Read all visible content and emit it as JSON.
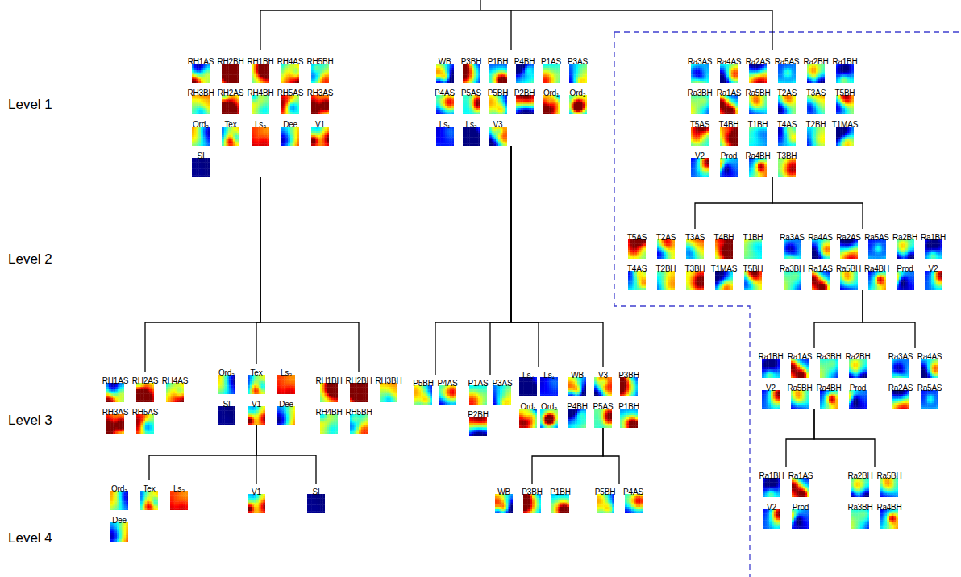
{
  "diagram": {
    "nodes": [
      {
        "text": []
      },
      {
        "text": [
          "RH1AS"
        ],
        "in": 0
      },
      {
        "text": [
          "RH2BH"
        ],
        "in": 0
      },
      {
        "text": [
          "RH1BH"
        ],
        "in": 0
      },
      {
        "text": [
          "RH4AS"
        ],
        "in": 0
      },
      {
        "text": [
          "RH5BH"
        ],
        "in": 0
      },
      {
        "text": [
          "RH3BH"
        ],
        "in": 0
      },
      {
        "text": [
          "RH2AS"
        ],
        "in": 0
      },
      {
        "text": [
          "RH4BH"
        ],
        "in": 0
      },
      {
        "text": [
          "RH5AS"
        ],
        "in": 0
      },
      {
        "text": [
          "RH3AS"
        ],
        "in": 0
      },
      {
        "text": [
          "Ord₃"
        ],
        "in": 0
      },
      {
        "text": [
          "Tex"
        ],
        "in": 0
      },
      {
        "text": [
          "Ls₃"
        ],
        "in": 0
      },
      {
        "text": [
          "Dee"
        ],
        "in": 0
      },
      {
        "text": [
          "V1"
        ],
        "in": 0
      },
      {
        "text": [
          "SI"
        ],
        "in": 0
      },
      {
        "text": []
      },
      {
        "text": [
          "WB"
        ],
        "in": 17
      },
      {
        "text": [
          "P3BH"
        ],
        "in": 17
      },
      {
        "text": [
          "P1BH"
        ],
        "in": 17
      },
      {
        "text": [
          "P4BH"
        ],
        "in": 17
      },
      {
        "text": [
          "P1AS"
        ],
        "in": 17
      },
      {
        "text": [
          "P3AS"
        ],
        "in": 17
      },
      {
        "text": [
          "P4AS"
        ],
        "in": 17
      },
      {
        "text": [
          "P5AS"
        ],
        "in": 17
      },
      {
        "text": [
          "P5BH"
        ],
        "in": 17
      },
      {
        "text": [
          "P2BH"
        ],
        "in": 17
      },
      {
        "text": [
          "Ord₁"
        ],
        "in": 17
      },
      {
        "text": [
          "Ord₂"
        ],
        "in": 17
      },
      {
        "text": [
          "Ls₁"
        ],
        "in": 17
      },
      {
        "text": [
          "Ls₂"
        ],
        "in": 17
      },
      {
        "text": [
          "V3"
        ],
        "in": 17
      },
      {
        "text": []
      },
      {
        "text": [
          "Ra3AS"
        ],
        "in": 33
      },
      {
        "text": [
          "Ra4AS"
        ],
        "in": 33
      },
      {
        "text": [
          "Ra2AS"
        ],
        "in": 33
      },
      {
        "text": [
          "Ra5AS"
        ],
        "in": 33
      },
      {
        "text": [
          "Ra2BH"
        ],
        "in": 33
      },
      {
        "text": [
          "Ra1BH"
        ],
        "in": 33
      },
      {
        "text": [
          "Ra3BH"
        ],
        "in": 33
      },
      {
        "text": [
          "Ra1AS"
        ],
        "in": 33
      },
      {
        "text": [
          "Ra5BH"
        ],
        "in": 33
      },
      {
        "text": [
          "T2AS"
        ],
        "in": 33
      },
      {
        "text": [
          "T3AS"
        ],
        "in": 33
      },
      {
        "text": [
          "T5BH"
        ],
        "in": 33
      },
      {
        "text": [
          "T5AS"
        ],
        "in": 33
      },
      {
        "text": [
          "T4BH"
        ],
        "in": 33
      },
      {
        "text": [
          "T1BH"
        ],
        "in": 33
      },
      {
        "text": [
          "T4AS"
        ],
        "in": 33
      },
      {
        "text": [
          "T2BH"
        ],
        "in": 33
      },
      {
        "text": [
          "T1MAS"
        ],
        "in": 33
      },
      {
        "text": [
          "V2"
        ],
        "in": 33
      },
      {
        "text": [
          "Prod"
        ],
        "in": 33
      },
      {
        "text": [
          "Ra4BH"
        ],
        "in": 33
      },
      {
        "text": [
          "T3BH"
        ],
        "in": 33
      },
      {
        "text": []
      },
      {
        "text": [
          "T5AS"
        ],
        "in": 56
      },
      {
        "text": [
          "T2AS"
        ],
        "in": 56
      },
      {
        "text": [
          "T3AS"
        ],
        "in": 56
      },
      {
        "text": [
          "T4BH"
        ],
        "in": 56
      },
      {
        "text": [
          "T1BH"
        ],
        "in": 56
      },
      {
        "text": [
          "T4AS"
        ],
        "in": 56
      },
      {
        "text": [
          "T2BH"
        ],
        "in": 56
      },
      {
        "text": [
          "T3BH"
        ],
        "in": 56
      },
      {
        "text": [
          "T1MAS"
        ],
        "in": 56
      },
      {
        "text": [
          "T5BH"
        ],
        "in": 56
      },
      {
        "text": []
      },
      {
        "text": [
          "Ra3AS"
        ],
        "in": 67
      },
      {
        "text": [
          "Ra4AS"
        ],
        "in": 67
      },
      {
        "text": [
          "Ra2AS"
        ],
        "in": 67
      },
      {
        "text": [
          "Ra5AS"
        ],
        "in": 67
      },
      {
        "text": [
          "Ra2BH"
        ],
        "in": 67
      },
      {
        "text": [
          "Ra1BH"
        ],
        "in": 67
      },
      {
        "text": [
          "Ra3BH"
        ],
        "in": 67
      },
      {
        "text": [
          "Ra1AS"
        ],
        "in": 67
      },
      {
        "text": [
          "Ra5BH"
        ],
        "in": 67
      },
      {
        "text": [
          "Ra4BH"
        ],
        "in": 67
      },
      {
        "text": [
          "Prod"
        ],
        "in": 67
      },
      {
        "text": [
          "V2"
        ],
        "in": 67
      },
      {
        "text": []
      },
      {
        "text": [
          "RH1AS"
        ],
        "in": 80
      },
      {
        "text": [
          "RH2AS"
        ],
        "in": 80
      },
      {
        "text": [
          "RH4AS"
        ],
        "in": 80
      },
      {
        "text": [
          "RH3AS"
        ],
        "in": 80
      },
      {
        "text": [
          "RH5AS"
        ],
        "in": 80
      },
      {
        "text": []
      },
      {
        "text": [
          "Ord₃"
        ],
        "in": 86
      },
      {
        "text": [
          "Tex"
        ],
        "in": 86
      },
      {
        "text": [
          "Ls₃"
        ],
        "in": 86
      },
      {
        "text": [
          "SI"
        ],
        "in": 86
      },
      {
        "text": [
          "V1"
        ],
        "in": 86
      },
      {
        "text": [
          "Dee"
        ],
        "in": 86
      },
      {
        "text": []
      },
      {
        "text": [
          "RH1BH"
        ],
        "in": 93
      },
      {
        "text": [
          "RH2BH"
        ],
        "in": 93
      },
      {
        "text": [
          "RH3BH"
        ],
        "in": 93
      },
      {
        "text": [
          "RH4BH"
        ],
        "in": 93
      },
      {
        "text": [
          "RH5BH"
        ],
        "in": 93
      },
      {
        "text": []
      },
      {
        "text": [
          "P5BH"
        ],
        "in": 99
      },
      {
        "text": [
          "P4AS"
        ],
        "in": 99
      },
      {
        "text": []
      },
      {
        "text": [
          "P1AS"
        ],
        "in": 102
      },
      {
        "text": [
          "P3AS"
        ],
        "in": 102
      },
      {
        "text": [
          "P2BH"
        ],
        "in": 102
      },
      {
        "text": []
      },
      {
        "text": [
          "Ls₂"
        ],
        "in": 106
      },
      {
        "text": [
          "Ls₁"
        ],
        "in": 106
      },
      {
        "text": [
          "Ord₁"
        ],
        "in": 106
      },
      {
        "text": [
          "Ord₂"
        ],
        "in": 106
      },
      {
        "text": []
      },
      {
        "text": [
          "WB"
        ],
        "in": 111
      },
      {
        "text": [
          "V3"
        ],
        "in": 111
      },
      {
        "text": [
          "P3BH"
        ],
        "in": 111
      },
      {
        "text": [
          "P4BH"
        ],
        "in": 111
      },
      {
        "text": [
          "P5AS"
        ],
        "in": 111
      },
      {
        "text": [
          "P1BH"
        ],
        "in": 111
      },
      {
        "text": []
      },
      {
        "text": [
          "Ra1BH"
        ],
        "in": 118
      },
      {
        "text": [
          "Ra1AS"
        ],
        "in": 118
      },
      {
        "text": [
          "Ra3BH"
        ],
        "in": 118
      },
      {
        "text": [
          "Ra2BH"
        ],
        "in": 118
      },
      {
        "text": [
          "V2"
        ],
        "in": 118
      },
      {
        "text": [
          "Ra5BH"
        ],
        "in": 118
      },
      {
        "text": [
          "Ra4BH"
        ],
        "in": 118
      },
      {
        "text": [
          "Prod"
        ],
        "in": 118
      },
      {
        "text": []
      },
      {
        "text": [
          "Ra3AS"
        ],
        "in": 127
      },
      {
        "text": [
          "Ra4AS"
        ],
        "in": 127
      },
      {
        "text": [
          "Ra2AS"
        ],
        "in": 127
      },
      {
        "text": [
          "Ra5AS"
        ],
        "in": 127
      },
      {
        "text": []
      },
      {
        "text": [
          "Ord₃"
        ],
        "in": 132
      },
      {
        "text": [
          "Tex"
        ],
        "in": 132
      },
      {
        "text": [
          "Ls₃"
        ],
        "in": 132
      },
      {
        "text": [
          "Dee"
        ],
        "in": 132
      },
      {
        "text": []
      },
      {
        "text": [
          "V1"
        ],
        "in": 137
      },
      {
        "text": []
      },
      {
        "text": [
          "SI"
        ],
        "in": 139
      },
      {
        "text": []
      },
      {
        "text": [
          "WB"
        ],
        "in": 141
      },
      {
        "text": [
          "P3BH"
        ],
        "in": 141
      },
      {
        "text": [
          "P1BH"
        ],
        "in": 141
      },
      {
        "text": []
      },
      {
        "text": [
          "P5BH"
        ],
        "in": 145
      },
      {
        "text": [
          "P4AS"
        ],
        "in": 145
      },
      {
        "text": []
      },
      {
        "text": [
          "Ra1BH"
        ],
        "in": 148
      },
      {
        "text": [
          "Ra1AS"
        ],
        "in": 148
      },
      {
        "text": [
          "V2"
        ],
        "in": 148
      },
      {
        "text": [
          "Prod"
        ],
        "in": 148
      },
      {
        "text": []
      },
      {
        "text": [
          "Ra2BH"
        ],
        "in": 153
      },
      {
        "text": [
          "Ra5BH"
        ],
        "in": 153
      },
      {
        "text": [
          "Ra3BH"
        ],
        "in": 153
      },
      {
        "text": [
          "Ra4BH"
        ],
        "in": 153
      }
    ],
    "edges": [
      {
        "from": 0,
        "to": 80,
        "arrow": "none"
      },
      {
        "from": 0,
        "to": 86,
        "arrow": "none"
      },
      {
        "from": 0,
        "to": 93,
        "arrow": "none"
      },
      {
        "from": 17,
        "to": 99,
        "arrow": "none"
      },
      {
        "from": 17,
        "to": 102,
        "arrow": "none"
      },
      {
        "from": 17,
        "to": 106,
        "arrow": "none"
      },
      {
        "from": 17,
        "to": 111,
        "arrow": "none"
      },
      {
        "from": 33,
        "to": 56,
        "arrow": "none"
      },
      {
        "from": 33,
        "to": 67,
        "arrow": "none"
      },
      {
        "from": 67,
        "to": 118,
        "arrow": "none"
      },
      {
        "from": 67,
        "to": 127,
        "arrow": "none"
      },
      {
        "from": 86,
        "to": 132,
        "arrow": "none"
      },
      {
        "from": 86,
        "to": 137,
        "arrow": "none"
      },
      {
        "from": 86,
        "to": 139,
        "arrow": "none"
      },
      {
        "from": 111,
        "to": 141,
        "arrow": "none"
      },
      {
        "from": 111,
        "to": 145,
        "arrow": "none"
      },
      {
        "from": 118,
        "to": 148,
        "arrow": "none"
      },
      {
        "from": 118,
        "to": 153,
        "arrow": "none"
      }
    ],
    "labels": [
      "Level 1",
      "Level 2",
      "Level 3",
      "Level 4"
    ]
  }
}
